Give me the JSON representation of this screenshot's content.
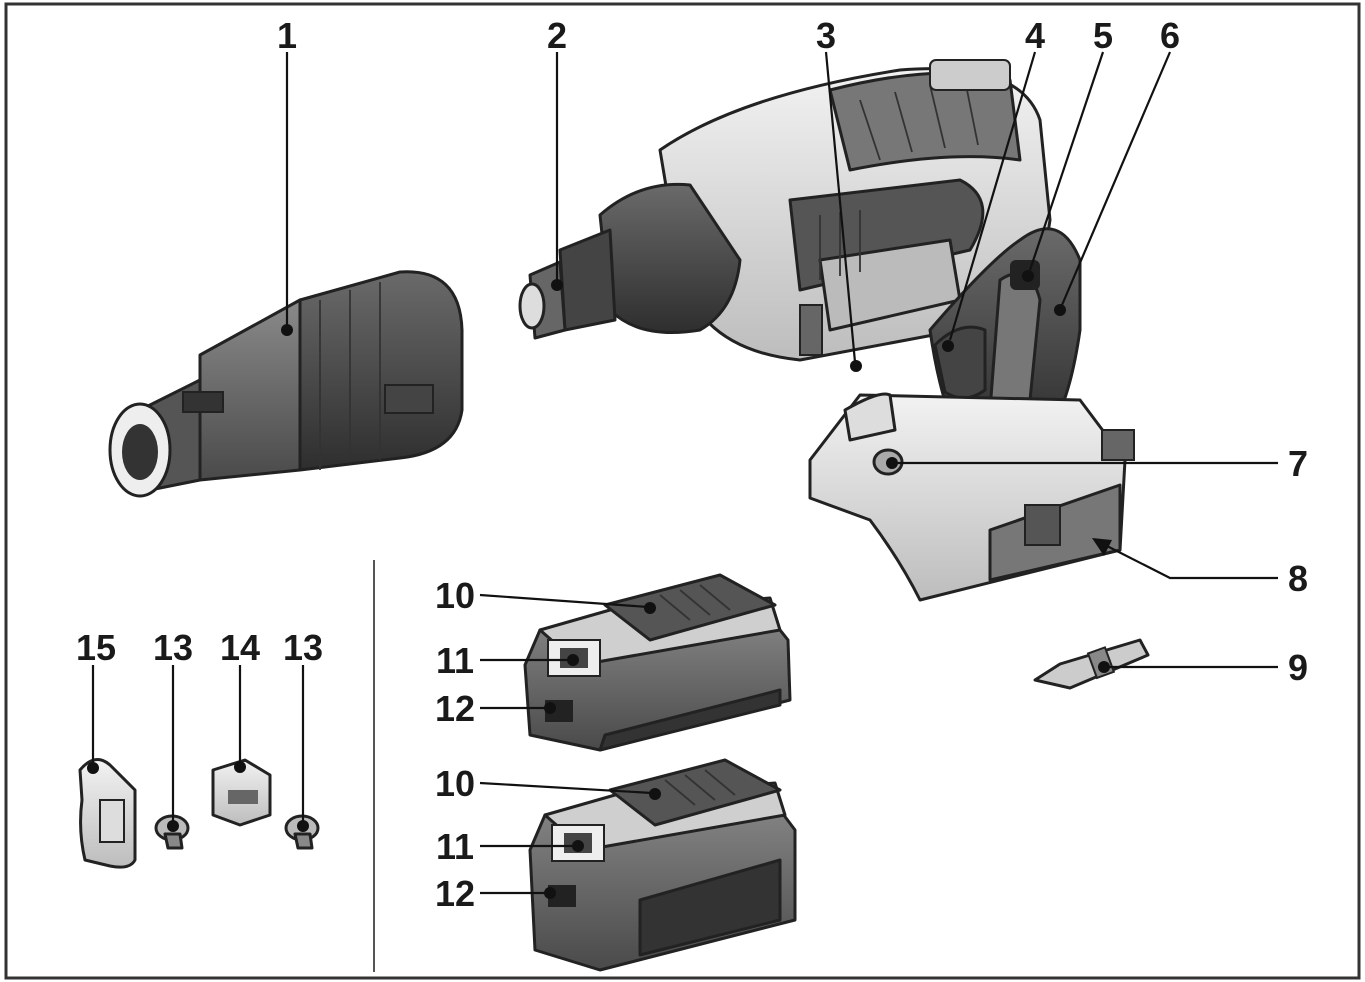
{
  "callouts": {
    "c1": "1",
    "c2": "2",
    "c3": "3",
    "c4": "4",
    "c5": "5",
    "c6": "6",
    "c7": "7",
    "c8": "8",
    "c9": "9",
    "c10a": "10",
    "c11a": "11",
    "c12a": "12",
    "c10b": "10",
    "c11b": "11",
    "c12b": "12",
    "c13a": "13",
    "c13b": "13",
    "c14": "14",
    "c15": "15"
  },
  "colors": {
    "dark": "#3d3d3d",
    "mid": "#6f6f6f",
    "light": "#c9c9c9",
    "pale": "#e4e4e4",
    "ink": "#111111"
  }
}
